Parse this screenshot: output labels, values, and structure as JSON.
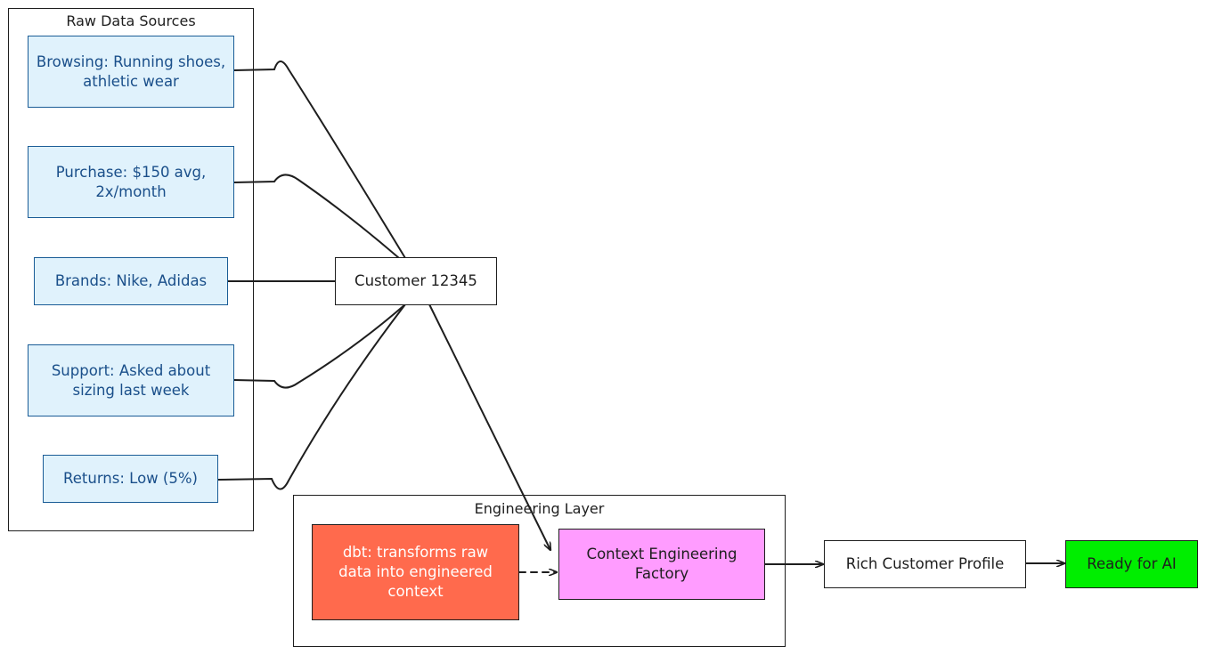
{
  "groups": {
    "raw_sources": {
      "title": "Raw Data Sources"
    },
    "engineering": {
      "title": "Engineering Layer"
    }
  },
  "nodes": {
    "browsing": "Browsing: Running shoes, athletic wear",
    "purchase": "Purchase: $150 avg, 2x/month",
    "brands": "Brands: Nike, Adidas",
    "support": "Support: Asked about sizing last week",
    "returns": "Returns: Low (5%)",
    "customer": "Customer 12345",
    "dbt": "dbt: transforms raw data into engineered context",
    "factory": "Context Engineering Factory",
    "profile": "Rich Customer Profile",
    "ready": "Ready for AI"
  },
  "colors": {
    "source_fill": "#e0f2fc",
    "source_border": "#1a5c96",
    "dbt_fill": "#ff6a4d",
    "factory_fill": "#ff9cff",
    "ready_fill": "#00ee00",
    "stroke": "#1e1e1e"
  }
}
